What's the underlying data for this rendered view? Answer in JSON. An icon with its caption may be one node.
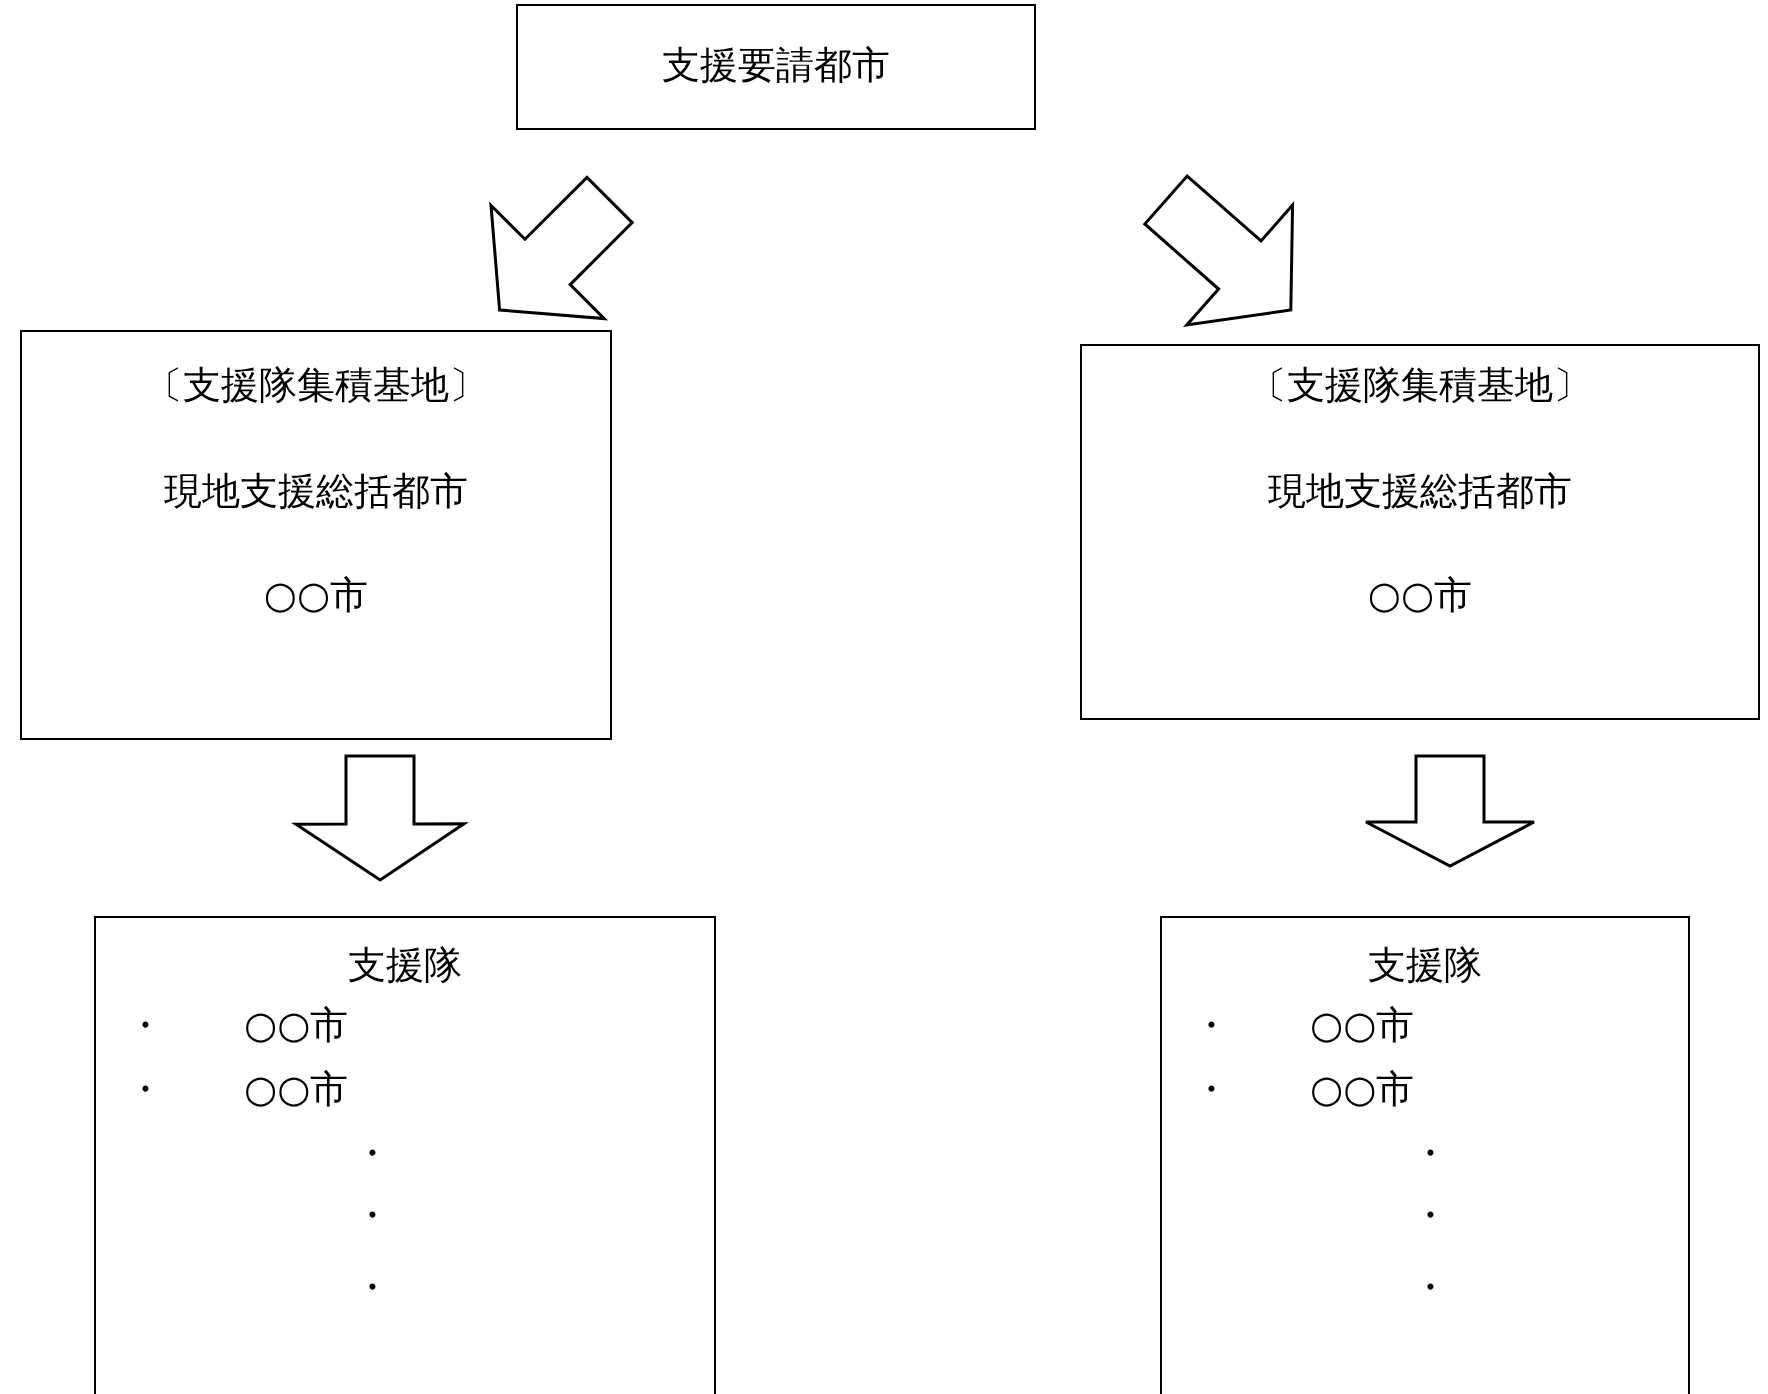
{
  "diagram": {
    "nodes": [
      {
        "text": [
          "支援要請都市"
        ]
      },
      {
        "text": [
          "〔支援隊集積基地〕",
          "現地支援総括都市",
          "○○市"
        ]
      },
      {
        "text": [
          "〔支援隊集積基地〕",
          "現地支援総括都市",
          "○○市"
        ]
      },
      {
        "text": [
          "支援隊",
          "・ ○○市",
          "・ ○○市",
          "・",
          "・",
          "・"
        ]
      },
      {
        "text": [
          "支援隊",
          "・ ○○市",
          "・ ○○市",
          "・",
          "・",
          "・"
        ]
      }
    ],
    "edges": [
      {
        "from": 0,
        "to": 1,
        "arrow": "to"
      },
      {
        "from": 0,
        "to": 2,
        "arrow": "to"
      },
      {
        "from": 1,
        "to": 3,
        "arrow": "to"
      },
      {
        "from": 2,
        "to": 4,
        "arrow": "to"
      }
    ]
  }
}
